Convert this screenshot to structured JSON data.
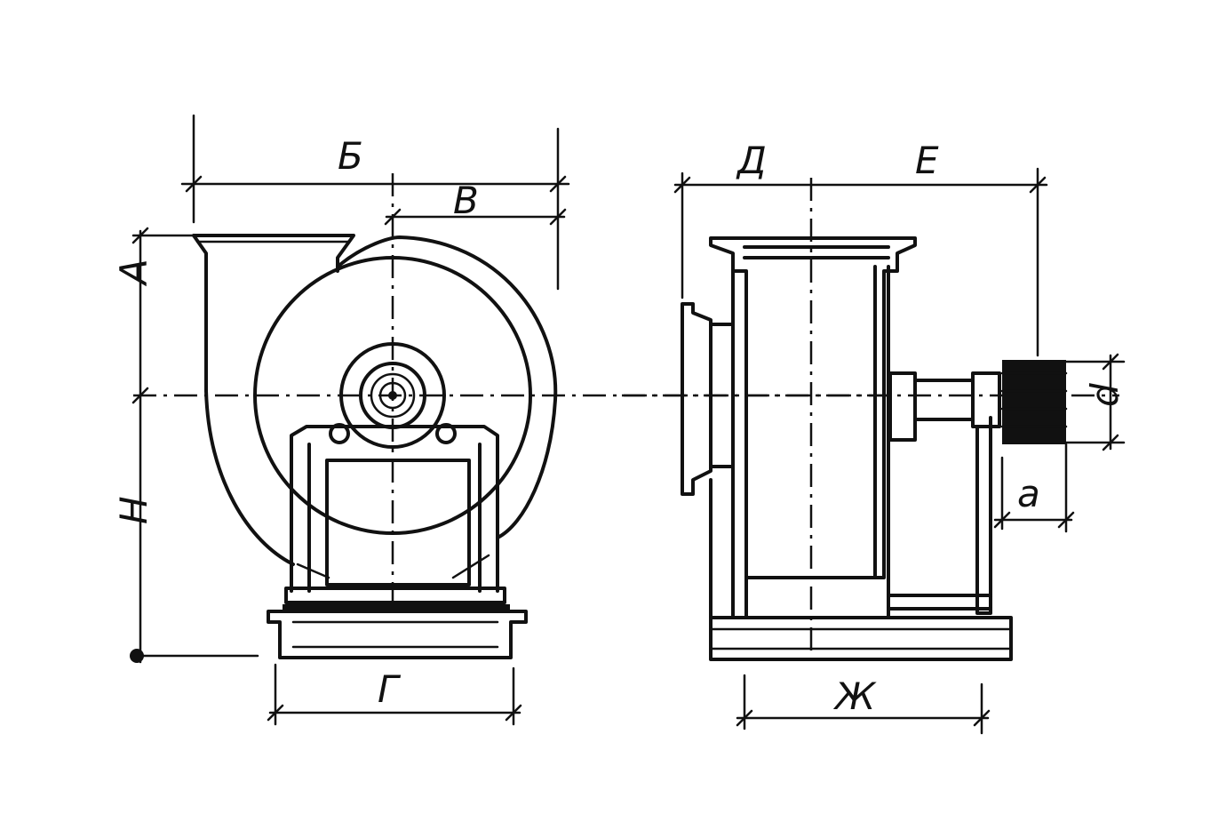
{
  "dimension_labels": {
    "A": "А",
    "B": "Б",
    "V": "В",
    "H": "Н",
    "G": "Г",
    "D": "Д",
    "E": "Е",
    "Zh": "Ж",
    "a": "а",
    "d": "d"
  }
}
